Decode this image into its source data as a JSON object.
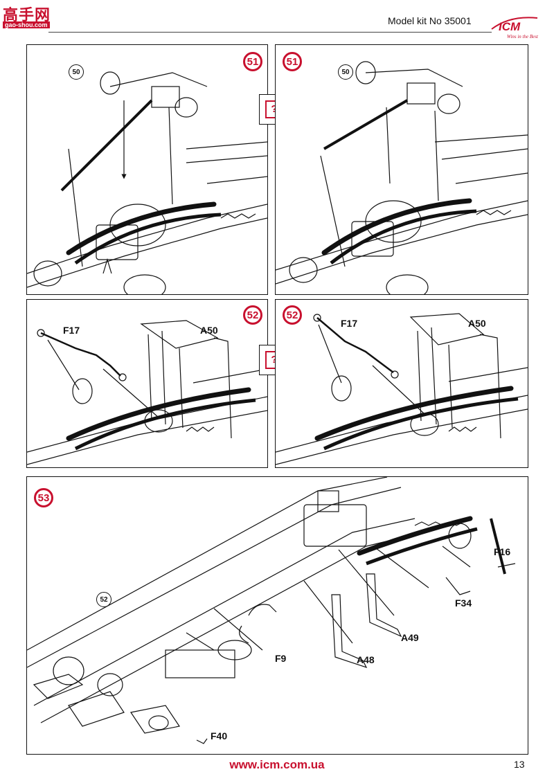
{
  "header": {
    "site_logo_text": "高手网",
    "site_url": "gao-shou.com",
    "kit_title": "Model kit No 35001",
    "brand": "ICM",
    "brand_tagline": "Wins in the Best"
  },
  "panels": [
    {
      "step": "51",
      "refs": [
        "50"
      ],
      "labels": []
    },
    {
      "step": "51",
      "refs": [
        "50"
      ],
      "labels": []
    },
    {
      "step": "52",
      "refs": [],
      "labels": [
        "F17",
        "A50"
      ]
    },
    {
      "step": "52",
      "refs": [],
      "labels": [
        "F17",
        "A50"
      ]
    },
    {
      "step": "53",
      "refs": [
        "52"
      ],
      "labels": [
        "F16",
        "F34",
        "A49",
        "A48",
        "F9",
        "F40"
      ]
    }
  ],
  "compare_icon": "?",
  "footer": {
    "url": "www.icm.com.ua",
    "page_number": "13"
  },
  "colors": {
    "accent": "#c8102e",
    "line": "#111111"
  }
}
